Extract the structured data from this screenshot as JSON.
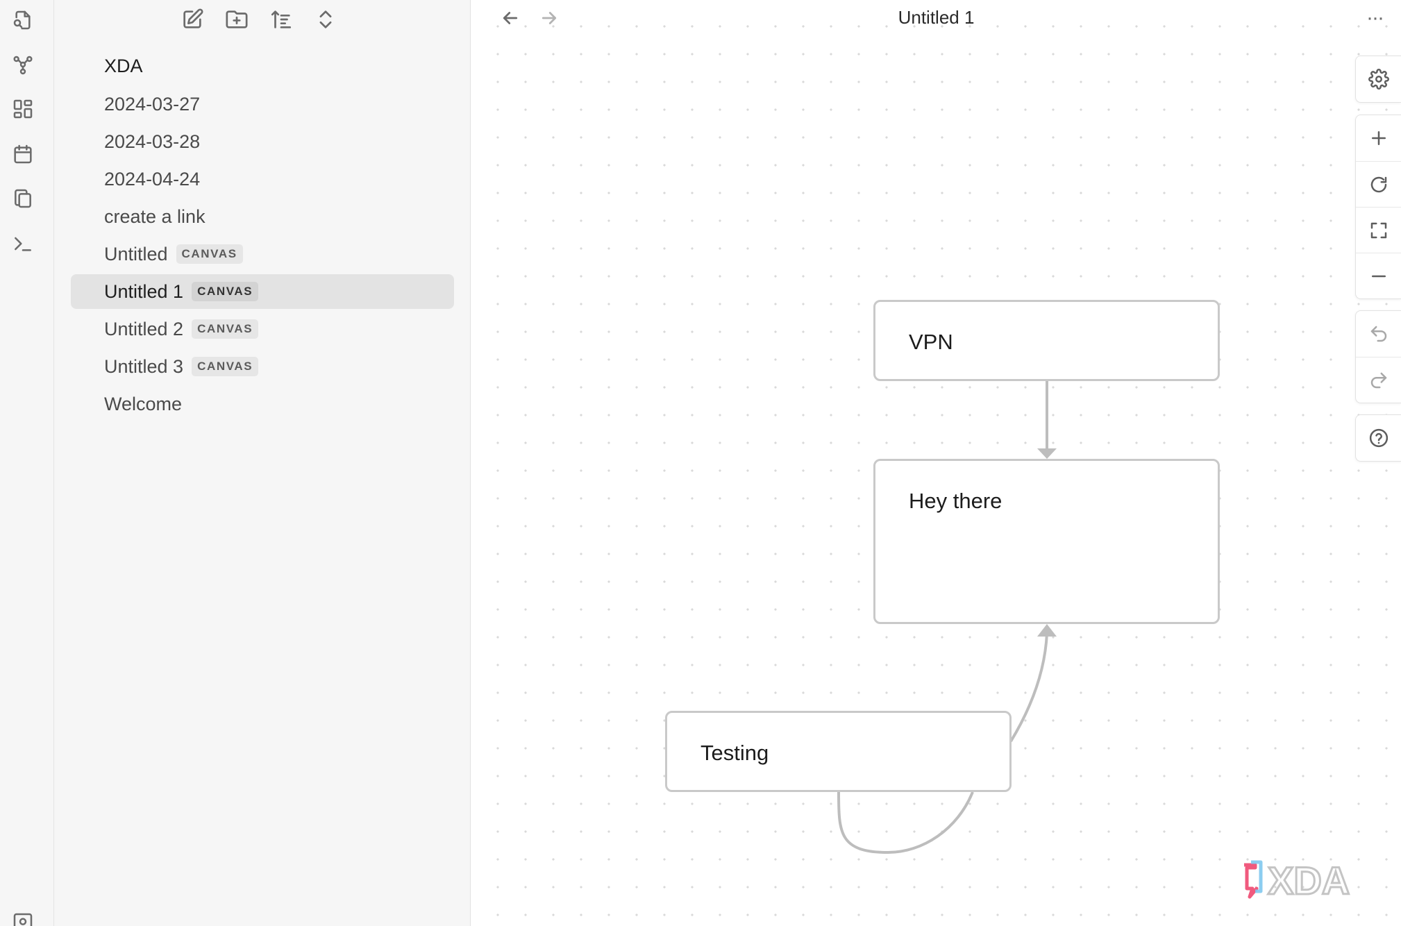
{
  "ribbon": {
    "icons": [
      "files-icon",
      "graph-icon",
      "blocks-icon",
      "calendar-icon",
      "copy-icon",
      "terminal-icon",
      "vault-settings-icon"
    ]
  },
  "sidebar": {
    "toolbar": [
      "new-note-icon",
      "new-folder-icon",
      "sort-icon",
      "collapse-icon"
    ],
    "vault_name": "XDA",
    "files": [
      {
        "label": "2024-03-27",
        "badge": null,
        "active": false
      },
      {
        "label": "2024-03-28",
        "badge": null,
        "active": false
      },
      {
        "label": "2024-04-24",
        "badge": null,
        "active": false
      },
      {
        "label": "create a link",
        "badge": null,
        "active": false
      },
      {
        "label": "Untitled",
        "badge": "CANVAS",
        "active": false
      },
      {
        "label": "Untitled 1",
        "badge": "CANVAS",
        "active": true
      },
      {
        "label": "Untitled 2",
        "badge": "CANVAS",
        "active": false
      },
      {
        "label": "Untitled 3",
        "badge": "CANVAS",
        "active": false
      },
      {
        "label": "Welcome",
        "badge": null,
        "active": false
      }
    ]
  },
  "main": {
    "title": "Untitled 1",
    "more_label": "···",
    "nodes": {
      "vpn": "VPN",
      "hey": "Hey there",
      "testing": "Testing"
    },
    "controls": [
      "settings-icon",
      "zoom-in-icon",
      "reset-icon",
      "fit-icon",
      "zoom-out-icon",
      "undo-icon",
      "redo-icon",
      "help-icon"
    ]
  },
  "watermark": "XDA",
  "colors": {
    "sidebar_bg": "#f6f6f6",
    "active_item": "#e3e3e3",
    "node_border": "#c9c9c9",
    "edge": "#bdbdbd",
    "xda_pink": "#f05a7e",
    "xda_blue": "#7fc8ee"
  }
}
